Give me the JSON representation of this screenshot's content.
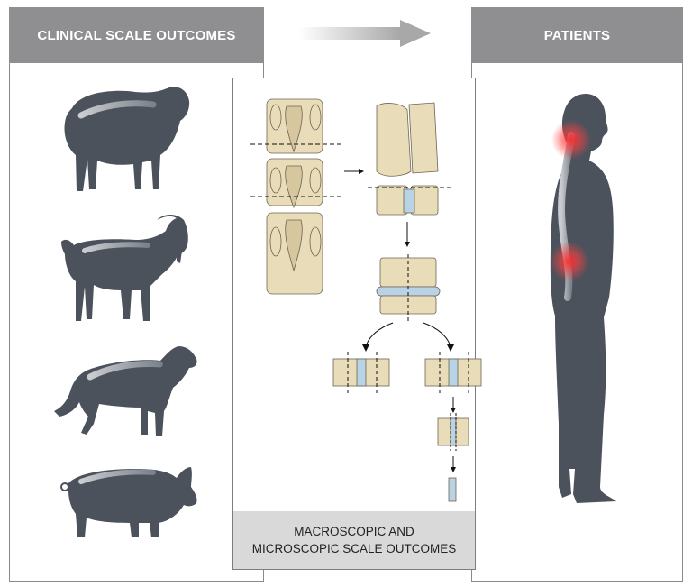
{
  "left_panel": {
    "header": "CLINICAL SCALE OUTCOMES"
  },
  "right_panel": {
    "header": "PATIENTS"
  },
  "center_panel": {
    "footer_line1": "MACROSCOPIC AND",
    "footer_line2": "MICROSCOPIC SCALE OUTCOMES"
  },
  "animals": [
    "sheep-silhouette",
    "goat-silhouette",
    "dog-silhouette",
    "pig-silhouette"
  ],
  "colors": {
    "silhouette": "#4b525c",
    "header": "#8f8f91",
    "footer": "#d9d9d9",
    "bone": "#e9dcb8",
    "disc": "#b9d3e6",
    "pain": "#ff3b3b"
  }
}
